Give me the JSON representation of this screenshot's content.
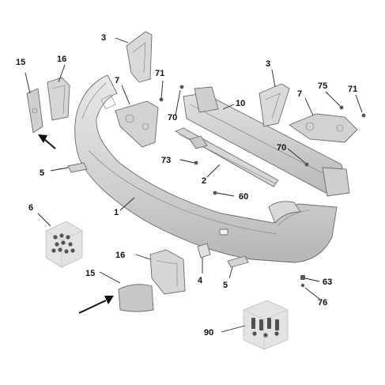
{
  "colors": {
    "part_fill": "#d4d4d4",
    "part_fill_light": "#e6e6e6",
    "part_fill_dark": "#b9b9b9",
    "part_stroke": "#6a6a6a",
    "kit_box": "#e3e3e3",
    "callout_text": "#111111",
    "arrow": "#111111"
  },
  "callouts": {
    "c1": "1",
    "c2": "2",
    "c3a": "3",
    "c3b": "3",
    "c4": "4",
    "c5a": "5",
    "c5b": "5",
    "c6": "6",
    "c7a": "7",
    "c7b": "7",
    "c10": "10",
    "c15a": "15",
    "c15b": "15",
    "c16a": "16",
    "c16b": "16",
    "c60": "60",
    "c63": "63",
    "c70a": "70",
    "c70b": "70",
    "c71a": "71",
    "c71b": "71",
    "c73": "73",
    "c75": "75",
    "c76": "76",
    "c90": "90"
  }
}
